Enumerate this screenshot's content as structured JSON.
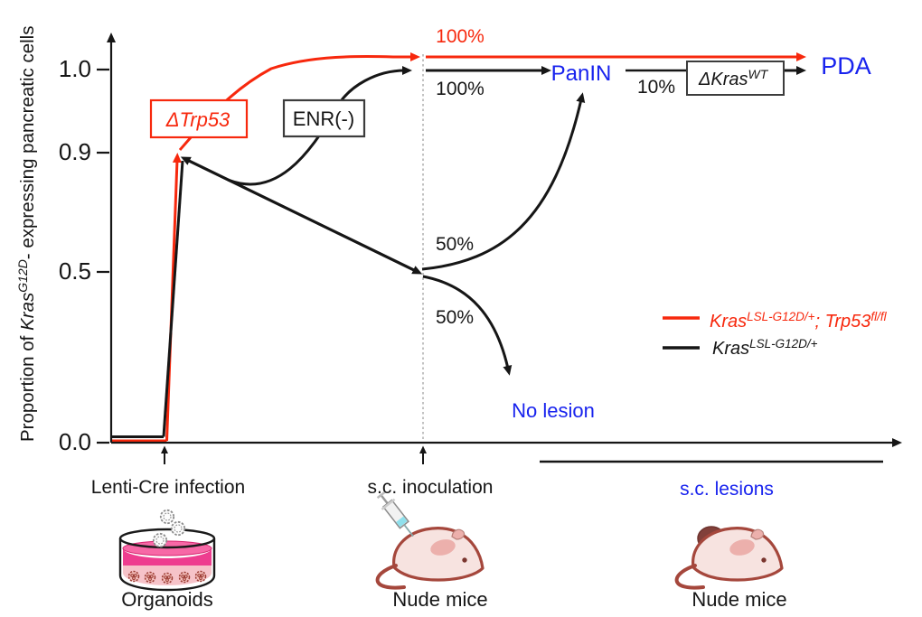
{
  "colors": {
    "series_red": "#F7280D",
    "series_black": "#161616",
    "outcome_blue": "#1823EE",
    "dotted_guide_gray": "#A8A8A8",
    "dish_medium_pink": "#EE3D8F",
    "mouse_outline": "#A5473C"
  },
  "y_axis": {
    "label_prefix": "Proportion of ",
    "label_gene": "Kras",
    "label_gene_sup": "G12D",
    "label_suffix": "- expressing pancreatic cells",
    "tick_1": "1.0",
    "tick_2": "0.9",
    "tick_3": "0.5",
    "tick_4": "0.0"
  },
  "flow": {
    "trp53_box": "ΔTrp53",
    "enr_box": "ENR(-)",
    "pct_100_red": "100%",
    "pct_100_black": "100%",
    "pct_50_upper": "50%",
    "pct_50_lower": "50%",
    "pct_10": "10%",
    "panin": "PanIN",
    "kras_wt_gene": "ΔKras",
    "kras_wt_sup": "WT",
    "pda": "PDA",
    "no_lesion": "No lesion"
  },
  "legend": {
    "red_gene": "Kras",
    "red_sup": "LSL-G12D/+",
    "red_mid": "; Trp53",
    "red_sup2": "fl/fl",
    "black_gene": "Kras",
    "black_sup": "LSL-G12D/+"
  },
  "timeline": {
    "event_1": "Lenti-Cre infection",
    "event_2": "s.c. inoculation",
    "lesions_label": "s.c. lesions"
  },
  "captions": {
    "organoids": "Organoids",
    "nude_mice_1": "Nude mice",
    "nude_mice_2": "Nude mice"
  },
  "chart_data": {
    "type": "line",
    "title": "",
    "ylabel": "Proportion of Kras^G12D- expressing pancreatic cells",
    "y_ticks": [
      0.0,
      0.5,
      0.9,
      1.0
    ],
    "x_events": [
      "Lenti-Cre infection",
      "s.c. inoculation"
    ],
    "grid": false,
    "legend_position": "middle-right",
    "series": [
      {
        "name": "Kras^LSL-G12D/+; Trp53^fl/fl",
        "color": "#F7280D",
        "trajectory": [
          {
            "stage": "before Lenti-Cre infection",
            "value": 0.0
          },
          {
            "stage": "Lenti-Cre infection (ΔTrp53)",
            "value": 0.9
          },
          {
            "stage": "s.c. inoculation",
            "value": 1.0
          }
        ],
        "outcomes": [
          {
            "fraction": "100%",
            "result": "PDA"
          }
        ]
      },
      {
        "name": "Kras^LSL-G12D/+",
        "color": "#161616",
        "trajectory": [
          {
            "stage": "before Lenti-Cre infection",
            "value": 0.0
          },
          {
            "stage": "Lenti-Cre infection",
            "value": 0.9
          }
        ],
        "branches": [
          {
            "condition": "ENR(-)",
            "value_at_inoculation": 1.0,
            "fraction": "100%",
            "result": "PanIN"
          },
          {
            "value_at_inoculation": 0.5,
            "fraction": "50%",
            "result": "PanIN"
          },
          {
            "value_at_inoculation": 0.5,
            "fraction": "50%",
            "result": "No lesion"
          },
          {
            "from": "PanIN",
            "condition": "ΔKras^WT",
            "fraction": "10%",
            "result": "PDA"
          }
        ]
      }
    ]
  }
}
